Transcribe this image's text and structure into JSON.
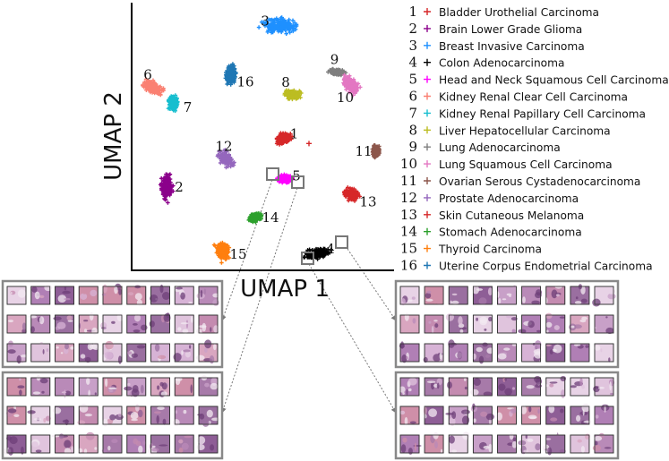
{
  "chart_data": {
    "type": "scatter",
    "xlabel": "UMAP 1",
    "ylabel": "UMAP 2",
    "grid": false,
    "legend_placement": "right",
    "clusters": [
      {
        "id": "1",
        "name": "Bladder Urothelial Carcinoma",
        "color": "#d62728",
        "center": [
          5.55,
          5.1
        ],
        "extra": [
          6.5,
          4.9
        ]
      },
      {
        "id": "2",
        "name": "Brain Lower Grade Glioma",
        "color": "#8b008b",
        "center": [
          1.2,
          3.2
        ]
      },
      {
        "id": "3",
        "name": "Breast Invasive Carcinoma",
        "color": "#1e90ff",
        "center": [
          5.4,
          9.5
        ]
      },
      {
        "id": "4",
        "name": "Colon Adenocarcinoma",
        "color": "#000000",
        "center": [
          6.8,
          0.6
        ]
      },
      {
        "id": "5",
        "name": "Head and Neck Squamous Cell Carcinoma",
        "color": "#ff00ff",
        "center": [
          5.6,
          3.5
        ]
      },
      {
        "id": "6",
        "name": "Kidney Renal Clear Cell Carcinoma",
        "color": "#fa8072",
        "center": [
          0.7,
          7.1
        ]
      },
      {
        "id": "7",
        "name": "Kidney Renal Papillary Cell Carcinoma",
        "color": "#17becf",
        "center": [
          1.45,
          6.5
        ]
      },
      {
        "id": "8",
        "name": "Liver Hepatocellular Carcinoma",
        "color": "#bcbd22",
        "center": [
          5.9,
          6.8
        ]
      },
      {
        "id": "9",
        "name": "Lung Adenocarcinoma",
        "color": "#7f7f7f",
        "center": [
          7.55,
          7.7
        ]
      },
      {
        "id": "10",
        "name": "Lung Squamous Cell Carcinoma",
        "color": "#e377c2",
        "center": [
          8.05,
          7.2
        ]
      },
      {
        "id": "11",
        "name": "Ovarian Serous Cystadenocarcinoma",
        "color": "#8c564b",
        "center": [
          9.0,
          4.6
        ]
      },
      {
        "id": "12",
        "name": "Prostate Adenocarcinoma",
        "color": "#9467bd",
        "center": [
          3.4,
          4.3
        ]
      },
      {
        "id": "13",
        "name": "Skin Cutaneous Melanoma",
        "color": "#d62728",
        "center": [
          8.1,
          2.9
        ]
      },
      {
        "id": "14",
        "name": "Stomach Adenocarcinoma",
        "color": "#2ca02c",
        "center": [
          4.5,
          2.0
        ]
      },
      {
        "id": "15",
        "name": "Thyroid Carcinoma",
        "color": "#ff7f0e",
        "center": [
          3.3,
          0.7
        ]
      },
      {
        "id": "16",
        "name": "Uterine Corpus Endometrial Carcinoma",
        "color": "#1f77b4",
        "center": [
          3.6,
          7.6
        ]
      }
    ],
    "zoom_panels": [
      {
        "cluster": "5",
        "side": "left",
        "order": "upper"
      },
      {
        "cluster": "5",
        "side": "left",
        "order": "lower"
      },
      {
        "cluster": "4",
        "side": "right",
        "order": "upper"
      },
      {
        "cluster": "4",
        "side": "right",
        "order": "lower"
      }
    ]
  }
}
